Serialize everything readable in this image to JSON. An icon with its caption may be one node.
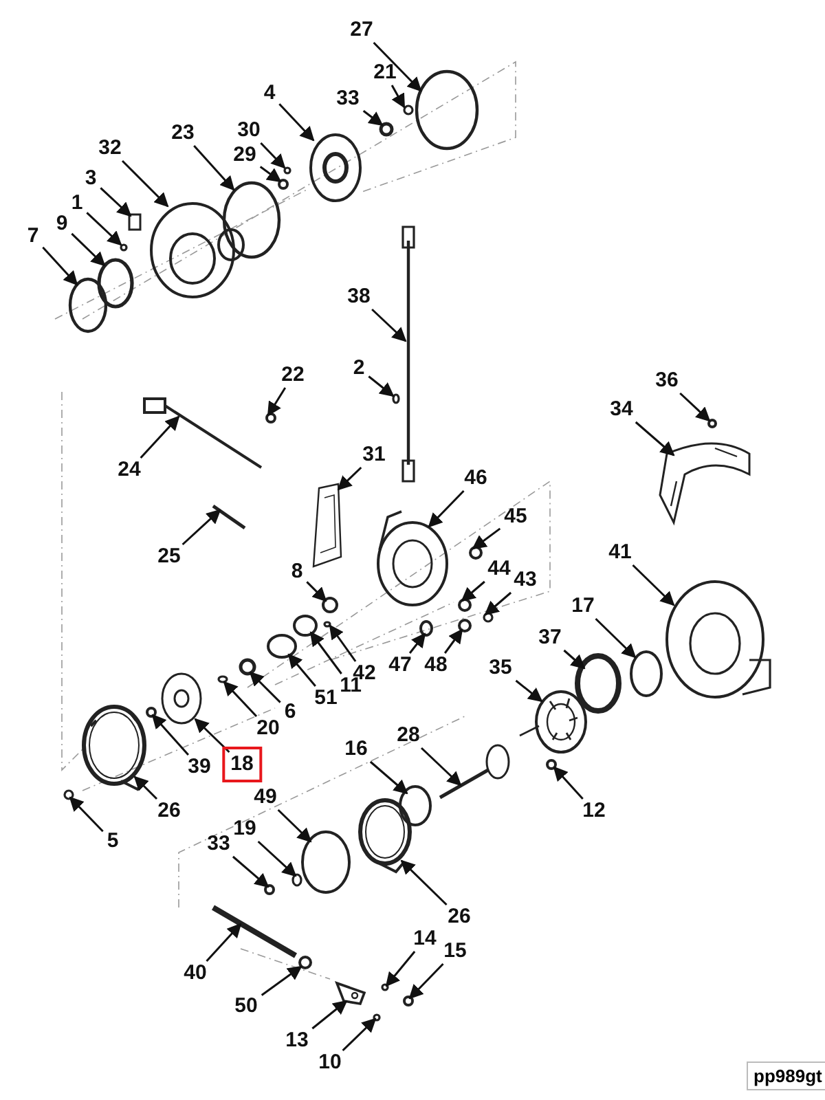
{
  "diagram": {
    "nodes": [
      {
        "text": [
          "27"
        ]
      },
      {
        "text": [
          "21"
        ]
      },
      {
        "text": [
          "33"
        ]
      },
      {
        "text": [
          "4"
        ]
      },
      {
        "text": [
          "30"
        ]
      },
      {
        "text": [
          "29"
        ]
      },
      {
        "text": [
          "32"
        ]
      },
      {
        "text": [
          "23"
        ]
      },
      {
        "text": [
          "3"
        ]
      },
      {
        "text": [
          "1"
        ]
      },
      {
        "text": [
          "9"
        ]
      },
      {
        "text": [
          "7"
        ]
      },
      {
        "text": [
          "38"
        ]
      },
      {
        "text": [
          "2"
        ]
      },
      {
        "text": [
          "22"
        ]
      },
      {
        "text": [
          "36"
        ]
      },
      {
        "text": [
          "34"
        ]
      },
      {
        "text": [
          "24"
        ]
      },
      {
        "text": [
          "31"
        ]
      },
      {
        "text": [
          "46"
        ]
      },
      {
        "text": [
          "45"
        ]
      },
      {
        "text": [
          "25"
        ]
      },
      {
        "text": [
          "8"
        ]
      },
      {
        "text": [
          "44"
        ]
      },
      {
        "text": [
          "43"
        ]
      },
      {
        "text": [
          "41"
        ]
      },
      {
        "text": [
          "17"
        ]
      },
      {
        "text": [
          "42"
        ]
      },
      {
        "text": [
          "11"
        ]
      },
      {
        "text": [
          "51"
        ]
      },
      {
        "text": [
          "6"
        ]
      },
      {
        "text": [
          "37"
        ]
      },
      {
        "text": [
          "47"
        ]
      },
      {
        "text": [
          "48"
        ]
      },
      {
        "text": [
          "35"
        ]
      },
      {
        "text": [
          "20"
        ]
      },
      {
        "text": [
          "39"
        ]
      },
      {
        "text": [
          "18"
        ]
      },
      {
        "text": [
          "28"
        ]
      },
      {
        "text": [
          "16"
        ]
      },
      {
        "text": [
          "26"
        ]
      },
      {
        "text": [
          "5"
        ]
      },
      {
        "text": [
          "12"
        ]
      },
      {
        "text": [
          "49"
        ]
      },
      {
        "text": [
          "33"
        ]
      },
      {
        "text": [
          "19"
        ]
      },
      {
        "text": [
          "26"
        ]
      },
      {
        "text": [
          "40"
        ]
      },
      {
        "text": [
          "14"
        ]
      },
      {
        "text": [
          "15"
        ]
      },
      {
        "text": [
          "50"
        ]
      },
      {
        "text": [
          "13"
        ]
      },
      {
        "text": [
          "10"
        ]
      },
      {
        "text": [],
        "shape": "circle"
      },
      {
        "text": [],
        "shape": "circle"
      },
      {
        "text": [],
        "shape": "circle"
      },
      {
        "text": [],
        "shape": "picture"
      },
      {
        "text": [],
        "shape": "circle"
      },
      {
        "text": [],
        "shape": "circle"
      },
      {
        "text": [],
        "shape": "picture"
      },
      {
        "text": [],
        "shape": "circle"
      },
      {
        "text": [],
        "shape": "box"
      },
      {
        "text": [],
        "shape": "circle"
      },
      {
        "text": [],
        "shape": "circle"
      },
      {
        "text": [],
        "shape": "circle"
      },
      {
        "text": [],
        "shape": "picture"
      },
      {
        "text": [],
        "shape": "circle"
      },
      {
        "text": [],
        "shape": "circle"
      },
      {
        "text": [],
        "shape": "circle"
      },
      {
        "text": [],
        "shape": "picture"
      },
      {
        "text": [],
        "shape": "picture"
      },
      {
        "text": [],
        "shape": "picture"
      },
      {
        "text": [],
        "shape": "picture"
      },
      {
        "text": [],
        "shape": "circle"
      },
      {
        "text": [],
        "shape": "bar"
      },
      {
        "text": [],
        "shape": "circle"
      },
      {
        "text": [],
        "shape": "circle"
      },
      {
        "text": [],
        "shape": "circle"
      },
      {
        "text": [],
        "shape": "picture"
      },
      {
        "text": [],
        "shape": "circle"
      },
      {
        "text": [],
        "shape": "circle"
      },
      {
        "text": [],
        "shape": "circle"
      },
      {
        "text": [],
        "shape": "circle"
      },
      {
        "text": [],
        "shape": "circle"
      },
      {
        "text": [],
        "shape": "circle"
      },
      {
        "text": [],
        "shape": "circle"
      },
      {
        "text": [],
        "shape": "circle"
      },
      {
        "text": [],
        "shape": "picture"
      },
      {
        "text": [],
        "shape": "circle"
      },
      {
        "text": [],
        "shape": "circle"
      },
      {
        "text": [],
        "shape": "picture"
      },
      {
        "text": [],
        "shape": "picture"
      },
      {
        "text": [],
        "shape": "circle"
      },
      {
        "text": [],
        "shape": "picture"
      },
      {
        "text": [],
        "shape": "circle"
      },
      {
        "text": [],
        "shape": "circle"
      },
      {
        "text": [],
        "shape": "circle"
      },
      {
        "text": [],
        "shape": "circle"
      },
      {
        "text": [],
        "shape": "circle"
      },
      {
        "text": [],
        "shape": "picture"
      },
      {
        "text": [],
        "shape": "bar"
      },
      {
        "text": [],
        "shape": "circle"
      },
      {
        "text": [],
        "shape": "circle"
      },
      {
        "text": [],
        "shape": "circle"
      },
      {
        "text": [],
        "shape": "picture"
      },
      {
        "text": [],
        "shape": "circle"
      }
    ],
    "edges": [
      {
        "from": 0,
        "to": 53,
        "arrow": "to"
      },
      {
        "from": 1,
        "to": 54,
        "arrow": "to"
      },
      {
        "from": 2,
        "to": 55,
        "arrow": "to"
      },
      {
        "from": 3,
        "to": 56,
        "arrow": "to"
      },
      {
        "from": 4,
        "to": 57,
        "arrow": "to"
      },
      {
        "from": 5,
        "to": 58,
        "arrow": "to"
      },
      {
        "from": 6,
        "to": 59,
        "arrow": "to"
      },
      {
        "from": 7,
        "to": 60,
        "arrow": "to"
      },
      {
        "from": 8,
        "to": 61,
        "arrow": "to"
      },
      {
        "from": 9,
        "to": 62,
        "arrow": "to"
      },
      {
        "from": 10,
        "to": 63,
        "arrow": "to"
      },
      {
        "from": 11,
        "to": 64,
        "arrow": "to"
      },
      {
        "from": 12,
        "to": 65,
        "arrow": "to"
      },
      {
        "from": 13,
        "to": 66,
        "arrow": "to"
      },
      {
        "from": 14,
        "to": 67,
        "arrow": "to"
      },
      {
        "from": 15,
        "to": 68,
        "arrow": "to"
      },
      {
        "from": 16,
        "to": 69,
        "arrow": "to"
      },
      {
        "from": 17,
        "to": 70,
        "arrow": "to"
      },
      {
        "from": 18,
        "to": 71,
        "arrow": "to"
      },
      {
        "from": 19,
        "to": 72,
        "arrow": "to"
      },
      {
        "from": 20,
        "to": 73,
        "arrow": "to"
      },
      {
        "from": 21,
        "to": 74,
        "arrow": "to"
      },
      {
        "from": 22,
        "to": 75,
        "arrow": "to"
      },
      {
        "from": 23,
        "to": 76,
        "arrow": "to"
      },
      {
        "from": 24,
        "to": 77,
        "arrow": "to"
      },
      {
        "from": 25,
        "to": 78,
        "arrow": "to"
      },
      {
        "from": 26,
        "to": 79,
        "arrow": "to"
      },
      {
        "from": 27,
        "to": 80,
        "arrow": "to"
      },
      {
        "from": 28,
        "to": 81,
        "arrow": "to"
      },
      {
        "from": 29,
        "to": 82,
        "arrow": "to"
      },
      {
        "from": 30,
        "to": 83,
        "arrow": "to"
      },
      {
        "from": 31,
        "to": 84,
        "arrow": "to"
      },
      {
        "from": 32,
        "to": 85,
        "arrow": "to"
      },
      {
        "from": 33,
        "to": 86,
        "arrow": "to"
      },
      {
        "from": 34,
        "to": 87,
        "arrow": "to"
      },
      {
        "from": 35,
        "to": 88,
        "arrow": "to"
      },
      {
        "from": 36,
        "to": 89,
        "arrow": "to"
      },
      {
        "from": 37,
        "to": 90,
        "arrow": "to"
      },
      {
        "from": 38,
        "to": 91,
        "arrow": "to"
      },
      {
        "from": 39,
        "to": 92,
        "arrow": "to"
      },
      {
        "from": 40,
        "to": 93,
        "arrow": "to"
      },
      {
        "from": 41,
        "to": 94,
        "arrow": "to"
      },
      {
        "from": 42,
        "to": 95,
        "arrow": "to"
      },
      {
        "from": 43,
        "to": 96,
        "arrow": "to"
      },
      {
        "from": 44,
        "to": 97,
        "arrow": "to"
      },
      {
        "from": 45,
        "to": 98,
        "arrow": "to"
      },
      {
        "from": 46,
        "to": 99,
        "arrow": "to"
      },
      {
        "from": 47,
        "to": 100,
        "arrow": "to"
      },
      {
        "from": 48,
        "to": 101,
        "arrow": "to"
      },
      {
        "from": 49,
        "to": 102,
        "arrow": "to"
      },
      {
        "from": 50,
        "to": 103,
        "arrow": "to"
      },
      {
        "from": 51,
        "to": 104,
        "arrow": "to"
      },
      {
        "from": 52,
        "to": 105,
        "arrow": "to"
      }
    ],
    "labels": [
      "pp989gt"
    ]
  }
}
